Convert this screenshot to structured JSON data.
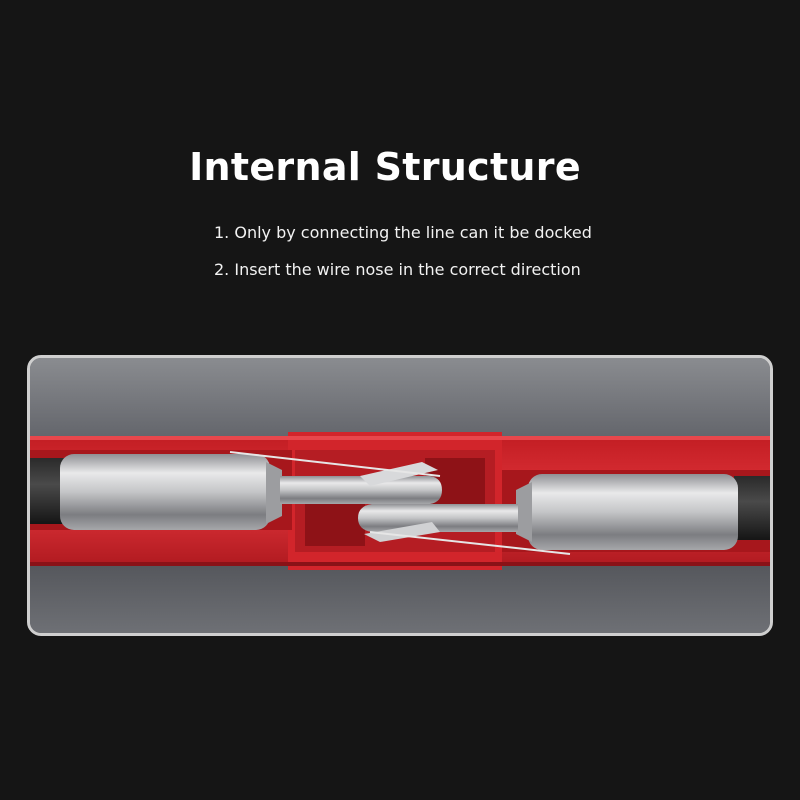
{
  "title": "Internal Structure",
  "lines": [
    "1. Only by connecting the line can it be docked",
    "2. Insert the wire nose in the correct direction"
  ],
  "colors": {
    "background": "#151515",
    "housing_red": "#d8262b",
    "panel_gray": "#5c5e62",
    "metal_silver": "#c9cacc"
  }
}
